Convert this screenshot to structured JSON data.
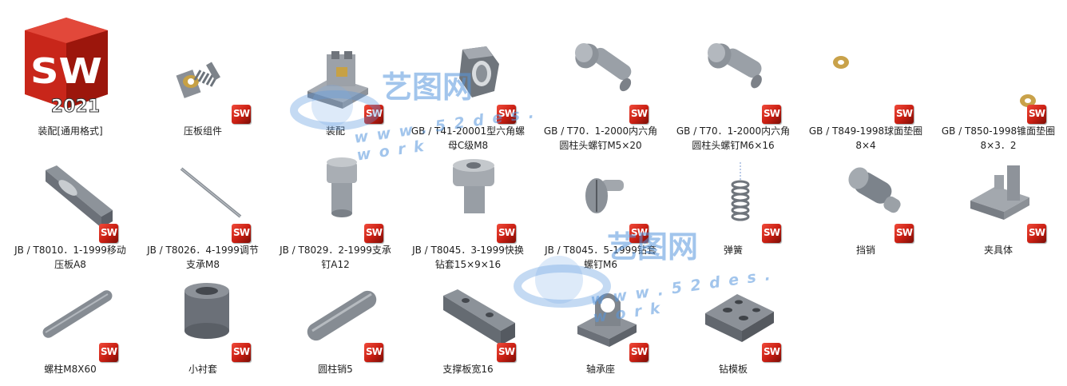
{
  "badge_text": "SW",
  "app_logo": {
    "letters": "SW",
    "version": "2021"
  },
  "watermark": {
    "title": "艺图网",
    "url": "w w w . 5 2 d e s . w o r k"
  },
  "files": [
    {
      "label_line1": "装配[通用格式]",
      "label_line2": "",
      "icon": "solidworks-app-icon"
    },
    {
      "label_line1": "压板组件",
      "label_line2": "",
      "icon": "spring-clamp-assembly-icon"
    },
    {
      "label_line1": "装配",
      "label_line2": "",
      "icon": "fixture-assembly-icon"
    },
    {
      "label_line1": "GB / T41-20001型六角螺",
      "label_line2": "母C级M8",
      "icon": "hex-nut-icon"
    },
    {
      "label_line1": "GB / T70．1-2000内六角",
      "label_line2": "圆柱头螺钉M5×20",
      "icon": "socket-screw-icon"
    },
    {
      "label_line1": "GB / T70．1-2000内六角",
      "label_line2": "圆柱头螺钉M6×16",
      "icon": "socket-screw-icon"
    },
    {
      "label_line1": "GB / T849-1998球面垫圈",
      "label_line2": "8×4",
      "icon": "washer-icon"
    },
    {
      "label_line1": "GB / T850-1998锥面垫圈",
      "label_line2": "8×3．2",
      "icon": "washer-icon"
    },
    {
      "label_line1": "JB / T8010．1-1999移动",
      "label_line2": "压板A8",
      "icon": "clamp-plate-icon"
    },
    {
      "label_line1": "JB / T8026．4-1999调节",
      "label_line2": "支承M8",
      "icon": "rod-icon"
    },
    {
      "label_line1": "JB / T8029．2-1999支承",
      "label_line2": "钉A12",
      "icon": "support-pin-icon"
    },
    {
      "label_line1": "JB / T8045．3-1999快换",
      "label_line2": "钻套15×9×16",
      "icon": "drill-bushing-icon"
    },
    {
      "label_line1": "JB / T8045．5-1999钻套",
      "label_line2": "螺钉M6",
      "icon": "slotted-screw-icon"
    },
    {
      "label_line1": "弹簧",
      "label_line2": "",
      "icon": "spring-icon"
    },
    {
      "label_line1": "挡销",
      "label_line2": "",
      "icon": "stop-pin-icon"
    },
    {
      "label_line1": "夹具体",
      "label_line2": "",
      "icon": "fixture-body-icon"
    },
    {
      "label_line1": "螺柱M8X60",
      "label_line2": "",
      "icon": "stud-icon"
    },
    {
      "label_line1": "小衬套",
      "label_line2": "",
      "icon": "bushing-icon"
    },
    {
      "label_line1": "圆柱销5",
      "label_line2": "",
      "icon": "cylinder-pin-icon"
    },
    {
      "label_line1": "支撑板宽16",
      "label_line2": "",
      "icon": "support-plate-icon"
    },
    {
      "label_line1": "轴承座",
      "label_line2": "",
      "icon": "bearing-seat-icon"
    },
    {
      "label_line1": "钻模板",
      "label_line2": "",
      "icon": "drill-plate-icon"
    }
  ]
}
